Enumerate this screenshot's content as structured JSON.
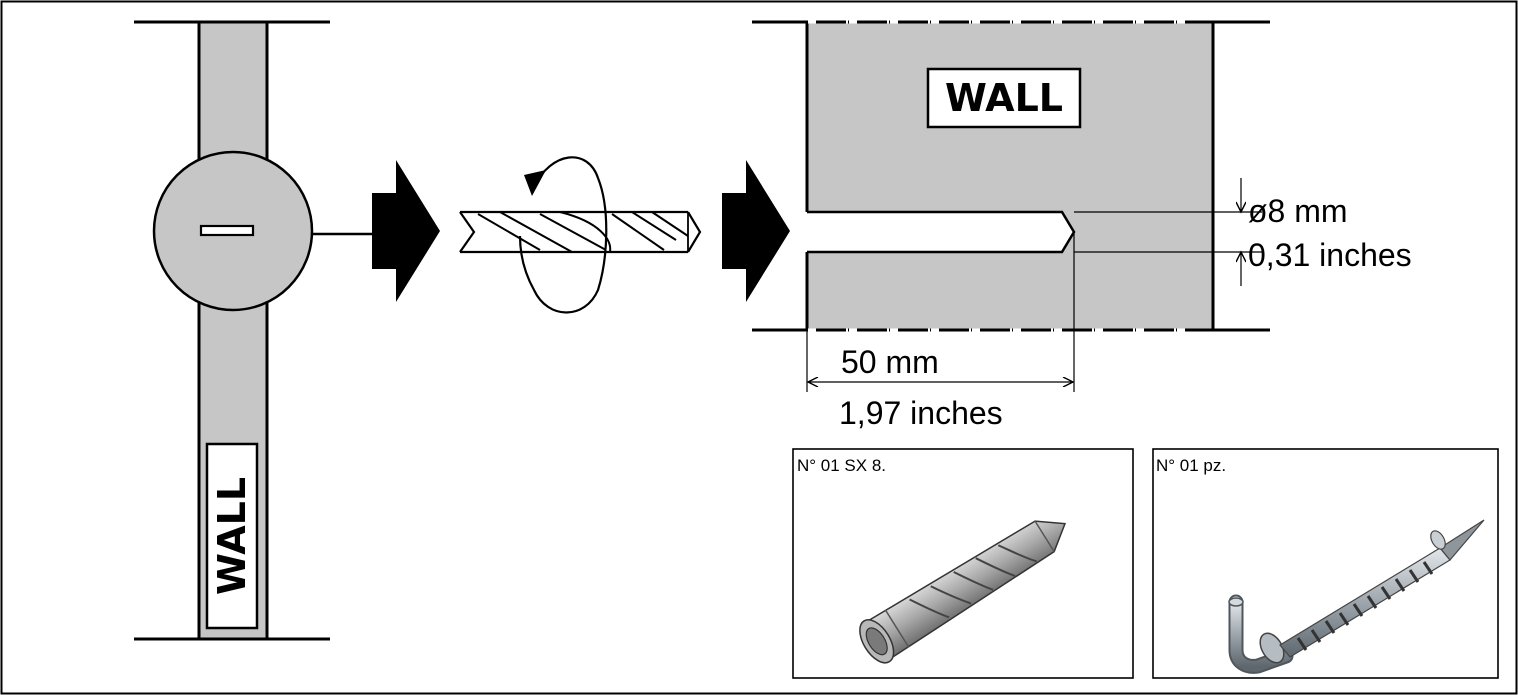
{
  "diagram": {
    "wall_label_vertical": "WALL",
    "wall_label_horizontal": "WALL",
    "hole_diameter_mm": "ø8 mm",
    "hole_diameter_in": "0,31 inches",
    "hole_depth_mm": "50 mm",
    "hole_depth_in": "1,97 inches",
    "parts": [
      {
        "label": "N° 01 SX 8.",
        "icon": "wall-plug-icon"
      },
      {
        "label": "N° 01 pz.",
        "icon": "hook-screw-icon"
      }
    ],
    "colors": {
      "wall_fill": "#c6c6c6",
      "line": "#000000",
      "metal": "#a9b0b7"
    }
  }
}
